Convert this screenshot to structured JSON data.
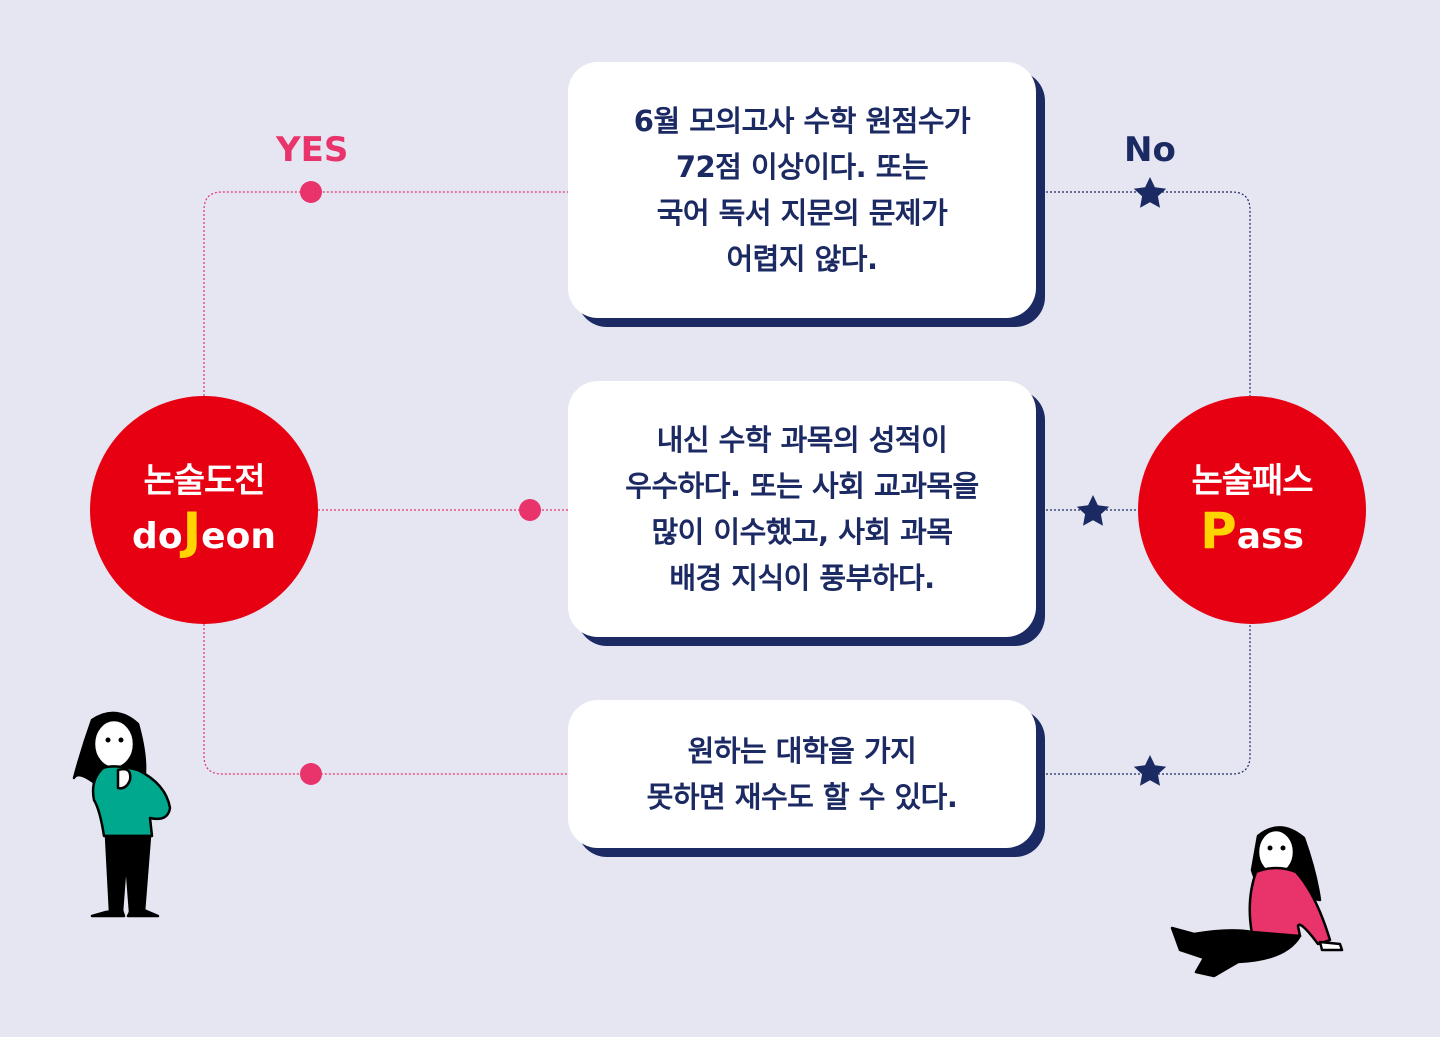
{
  "labels": {
    "yes": "YES",
    "no": "No"
  },
  "questions": [
    {
      "text": "6월 모의고사 수학 원점수가\n72점 이상이다. 또는\n국어 독서 지문의 문제가\n어렵지 않다."
    },
    {
      "text": "내신 수학 과목의 성적이\n우수하다. 또는 사회 교과목을\n많이 이수했고, 사회 과목\n배경 지식이 풍부하다."
    },
    {
      "text": "원하는 대학을 가지\n못하면 재수도 할 수 있다."
    }
  ],
  "outcomes": {
    "left": {
      "title": "논술도전",
      "en_prefix": "do",
      "en_highlight": "J",
      "en_suffix": "eon"
    },
    "right": {
      "title": "논술패스",
      "en_prefix": "",
      "en_highlight": "P",
      "en_suffix": "ass"
    }
  },
  "colors": {
    "yes": "#e8336b",
    "no": "#1c2a63",
    "circle": "#e60012",
    "highlight": "#ffd400",
    "background": "#e6e6f2",
    "box_shadow": "#1c2a63"
  },
  "icons": {
    "yes_marker": "dot",
    "no_marker": "star"
  }
}
